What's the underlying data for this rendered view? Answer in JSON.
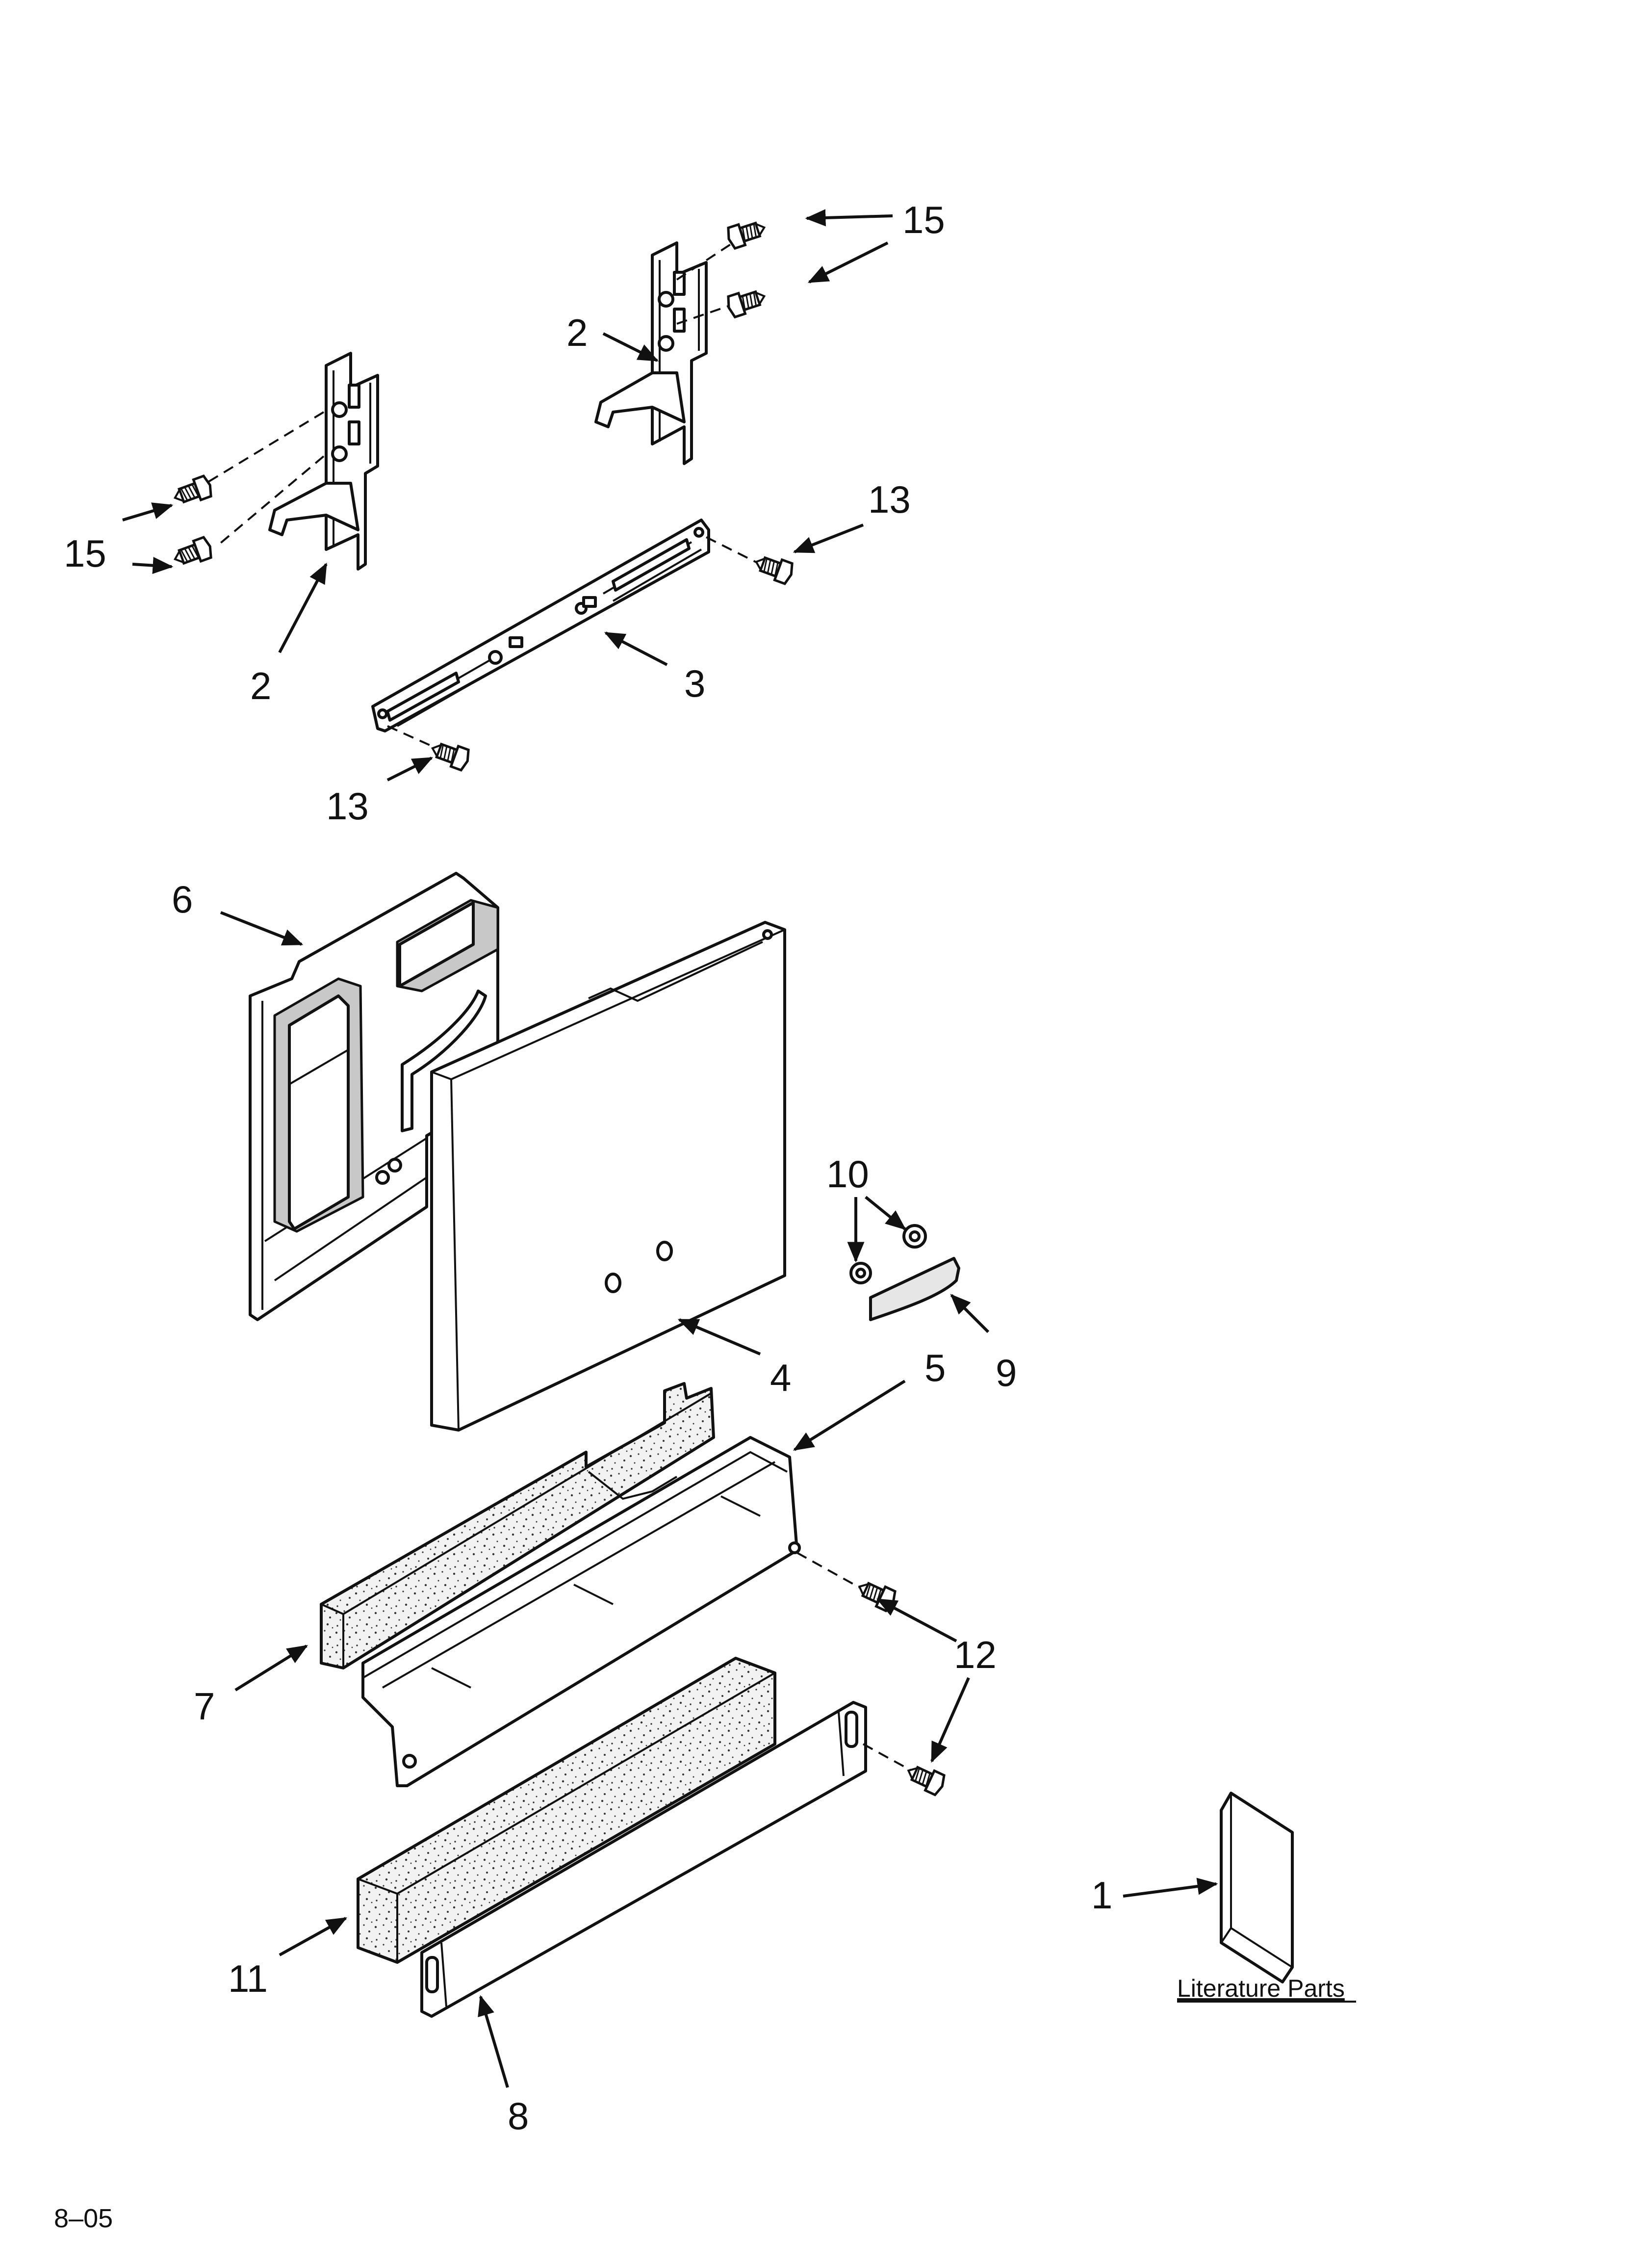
{
  "callouts": {
    "c15_top": "15",
    "c15_left": "15",
    "c2_top": "2",
    "c2_left": "2",
    "c13_right": "13",
    "c13_left": "13",
    "c3": "3",
    "c6": "6",
    "c4": "4",
    "c10": "10",
    "c9": "9",
    "c5": "5",
    "c12": "12",
    "c7": "7",
    "c11": "11",
    "c8": "8",
    "c1": "1"
  },
  "literature_label": "Literature Parts",
  "footer_code": "8–05",
  "icons": {
    "screw": "screw-icon",
    "nut": "nut-icon",
    "manual": "manual-book-icon"
  }
}
